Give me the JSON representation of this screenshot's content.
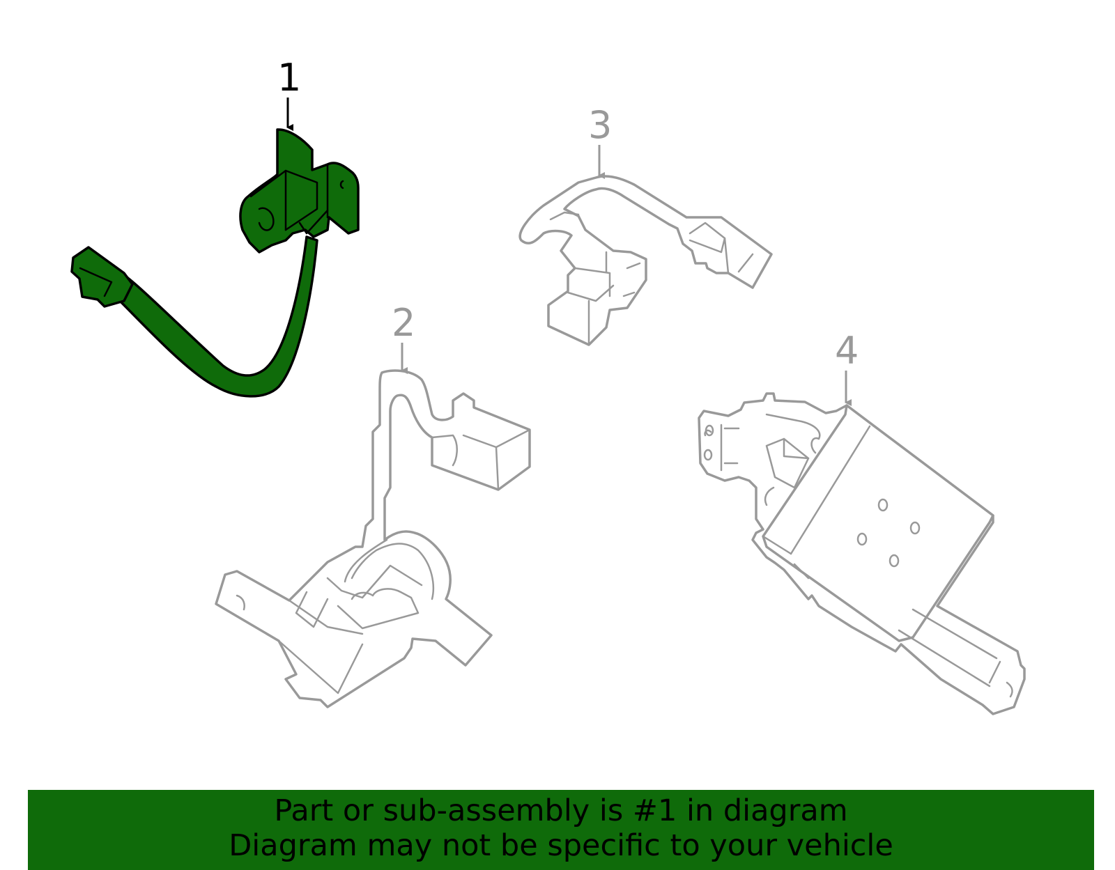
{
  "colors": {
    "highlight": "#0f6b0a",
    "outline_gray": "#999999",
    "highlight_stroke": "#000000",
    "banner_bg": "#0f6b0a",
    "banner_text": "#000000"
  },
  "callouts": [
    {
      "id": "1",
      "label": "1",
      "highlighted": true
    },
    {
      "id": "2",
      "label": "2",
      "highlighted": false
    },
    {
      "id": "3",
      "label": "3",
      "highlighted": false
    },
    {
      "id": "4",
      "label": "4",
      "highlighted": false
    }
  ],
  "banner": {
    "line1": "Part or sub-assembly is #1 in diagram",
    "line2": "Diagram may not be specific to your vehicle"
  }
}
